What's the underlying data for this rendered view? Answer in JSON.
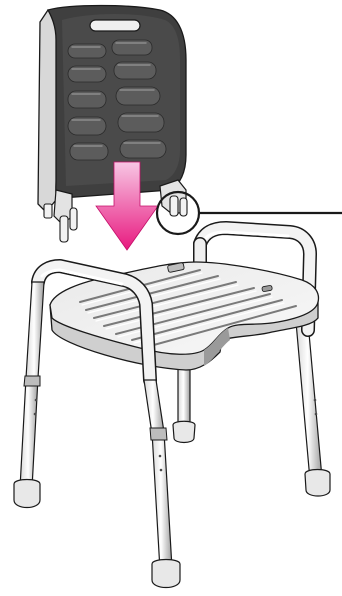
{
  "illustration": {
    "subject": "shower-chair-backrest-assembly",
    "parts": [
      "backrest",
      "insert-arrow",
      "detail-callout",
      "seat",
      "armrests",
      "legs",
      "feet"
    ],
    "colors": {
      "background": "#ffffff",
      "arrow_top": "#f7c6e4",
      "arrow_bottom": "#e8197f",
      "outline": "#1a1a1a",
      "plastic_light": "#f4f4f4",
      "plastic_mid": "#c9c9c9",
      "plastic_dark": "#3f3f3f",
      "pad": "#5a5a5a",
      "pad_highlight": "#8c8c8c"
    }
  }
}
